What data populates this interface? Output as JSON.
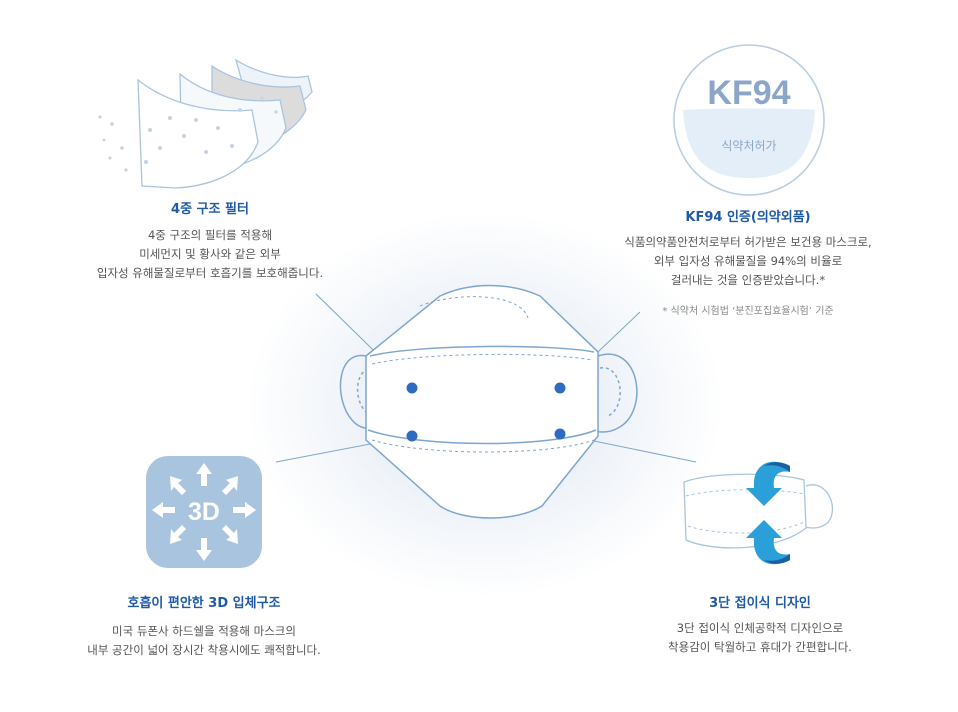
{
  "features": {
    "filter": {
      "title": "4중 구조 필터",
      "desc": [
        "4중 구조의 필터를 적용해",
        "미세먼지 및 황사와 같은 외부",
        "입자성 유해물질로부터 호흡기를 보호해줍니다."
      ]
    },
    "kf94": {
      "badge_main": "KF94",
      "badge_sub": "식약처허가",
      "title": "KF94 인증(의약외품)",
      "desc": [
        "식품의약품안전처로부터 허가받은 보건용 마스크로,",
        "외부 입자성 유해물질을 94%의 비율로",
        "걸러내는 것을 인증받았습니다.*"
      ],
      "note": "* 식약처 시험법 ‘분진포집효율시험’ 기준"
    },
    "breathing_3d": {
      "icon_label": "3D",
      "title": "호흡이 편안한 3D 입체구조",
      "desc": [
        "미국 듀폰사 하드쉘을 적용해 마스크의",
        "내부 공간이 넓어 장시간 착용시에도 쾌적합니다."
      ]
    },
    "folding": {
      "title": "3단 접이식 디자인",
      "desc": [
        "3단 접이식 인체공학적 디자인으로",
        "착용감이 탁월하고 휴대가 간편합니다."
      ]
    }
  },
  "colors": {
    "accent": "#1f5aa6",
    "dot": "#2f6cc0",
    "line": "#7ea6cf",
    "badge_text": "#8ba6c8",
    "icon_bg": "#a9c4df",
    "arrow": "#2a9fd8",
    "arrow_dark": "#1d5fa3"
  }
}
